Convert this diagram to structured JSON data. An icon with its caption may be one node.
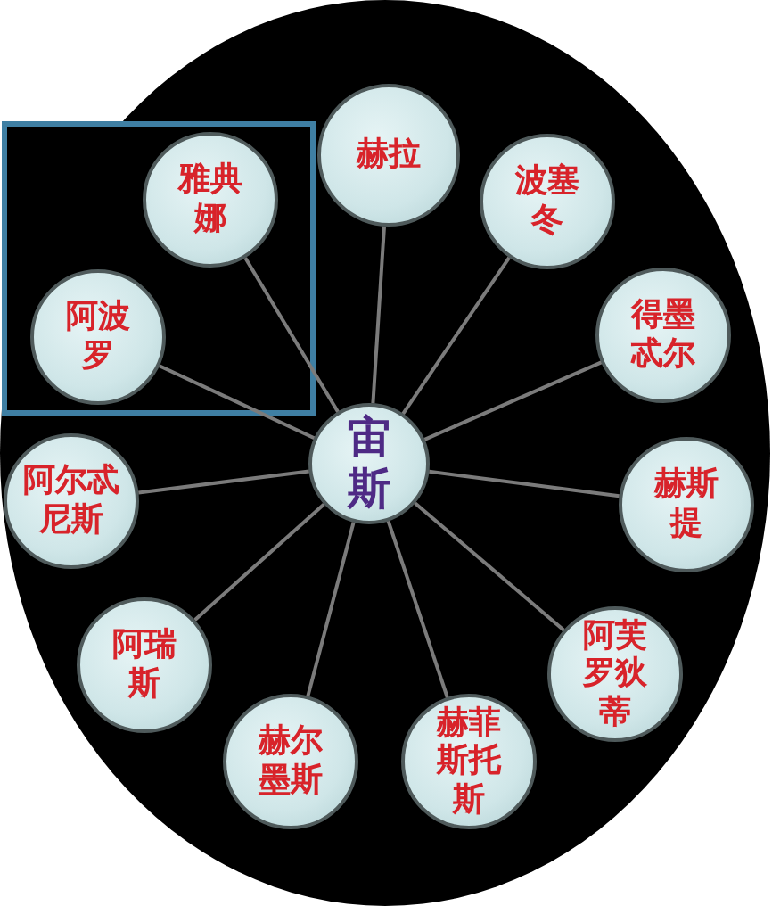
{
  "diagram": {
    "nodes": [
      {
        "text": [
          "宙斯"
        ]
      },
      {
        "text": [
          "赫拉"
        ]
      },
      {
        "text": [
          "波塞冬"
        ]
      },
      {
        "text": [
          "得墨忒尔"
        ]
      },
      {
        "text": [
          "赫斯提"
        ]
      },
      {
        "text": [
          "阿芙罗狄蒂"
        ]
      },
      {
        "text": [
          "赫菲斯托斯"
        ]
      },
      {
        "text": [
          "赫尔墨斯"
        ]
      },
      {
        "text": [
          "阿瑞斯"
        ]
      },
      {
        "text": [
          "阿尔忒尼斯"
        ]
      },
      {
        "text": [],
        "shape": "box"
      },
      {
        "text": [
          "阿波罗"
        ],
        "in": 10
      },
      {
        "text": [
          "雅典娜"
        ],
        "in": 10
      }
    ],
    "edges": [
      {
        "from": 0,
        "to": 1,
        "arrow": "none"
      },
      {
        "from": 0,
        "to": 2,
        "arrow": "none"
      },
      {
        "from": 0,
        "to": 3,
        "arrow": "none"
      },
      {
        "from": 0,
        "to": 4,
        "arrow": "none"
      },
      {
        "from": 0,
        "to": 5,
        "arrow": "none"
      },
      {
        "from": 0,
        "to": 6,
        "arrow": "none"
      },
      {
        "from": 0,
        "to": 7,
        "arrow": "none"
      },
      {
        "from": 0,
        "to": 8,
        "arrow": "none"
      },
      {
        "from": 0,
        "to": 9,
        "arrow": "none"
      },
      {
        "from": 0,
        "to": 11,
        "arrow": "none"
      },
      {
        "from": 0,
        "to": 12,
        "arrow": "none"
      }
    ]
  }
}
